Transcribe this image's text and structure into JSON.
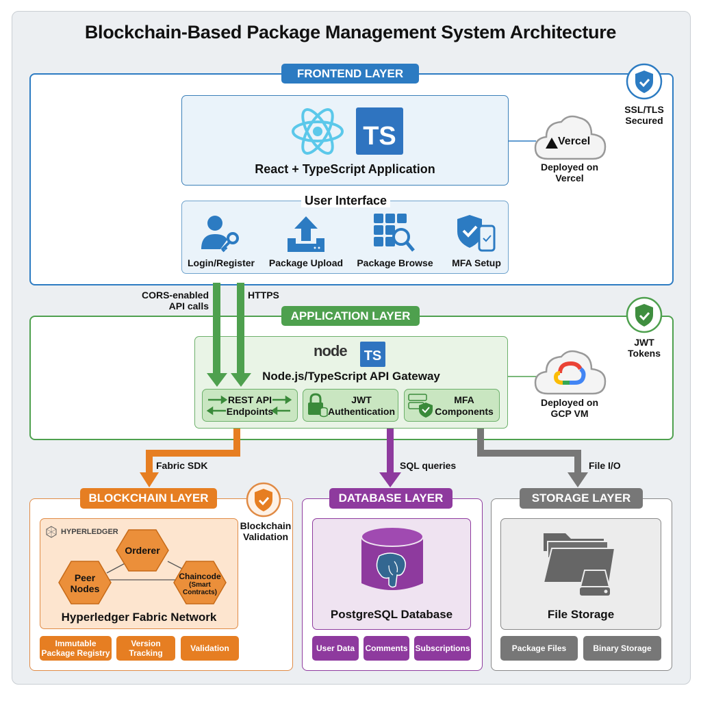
{
  "title": "Blockchain-Based Package Management System Architecture",
  "colors": {
    "frontend": "#2c7bc2",
    "application": "#4ea04e",
    "blockchain": "#e67e22",
    "database": "#8e3a9e",
    "storage": "#777777"
  },
  "frontend": {
    "label": "FRONTEND LAYER",
    "app_title": "React + TypeScript Application",
    "ts_badge": "TS",
    "ui_title": "User Interface",
    "ui_items": [
      {
        "label": "Login/Register",
        "icon": "user-key-icon"
      },
      {
        "label": "Package Upload",
        "icon": "upload-icon"
      },
      {
        "label": "Package Browse",
        "icon": "grid-search-icon"
      },
      {
        "label": "MFA Setup",
        "icon": "shield-phone-icon"
      }
    ],
    "security_badge": "SSL/TLS Secured",
    "deploy_brand": "Vercel",
    "deploy_label": "Deployed on Vercel"
  },
  "connectors": {
    "cors": "CORS-enabled API calls",
    "https": "HTTPS",
    "fabric": "Fabric SDK",
    "sql": "SQL queries",
    "fileio": "File I/O"
  },
  "application": {
    "label": "APPLICATION LAYER",
    "node_logo": "node",
    "ts_badge": "TS",
    "gateway_title": "Node.js/TypeScript API Gateway",
    "components": [
      {
        "line1": "REST API",
        "line2": "Endpoints"
      },
      {
        "line1": "JWT",
        "line2": "Authentication"
      },
      {
        "line1": "MFA",
        "line2": "Components"
      }
    ],
    "security_badge": "JWT Tokens",
    "deploy_label": "Deployed on GCP VM"
  },
  "blockchain": {
    "label": "BLOCKCHAIN LAYER",
    "brand": "HYPERLEDGER",
    "nodes": [
      {
        "line1": "Orderer",
        "line2": ""
      },
      {
        "line1": "Peer",
        "line2": "Nodes"
      },
      {
        "line1": "Chaincode",
        "line2": "(Smart",
        "line3": "Contracts)"
      }
    ],
    "network_title": "Hyperledger Fabric Network",
    "features": [
      {
        "line1": "Immutable",
        "line2": "Package Registry"
      },
      {
        "line1": "Version",
        "line2": "Tracking"
      },
      {
        "line1": "Validation",
        "line2": ""
      }
    ],
    "security_badge": "Blockchain Validation"
  },
  "database": {
    "label": "DATABASE LAYER",
    "db_title": "PostgreSQL Database",
    "features": [
      "User Data",
      "Comments",
      "Subscriptions"
    ]
  },
  "storage": {
    "label": "STORAGE LAYER",
    "storage_title": "File Storage",
    "features": [
      "Package Files",
      "Binary Storage"
    ]
  }
}
